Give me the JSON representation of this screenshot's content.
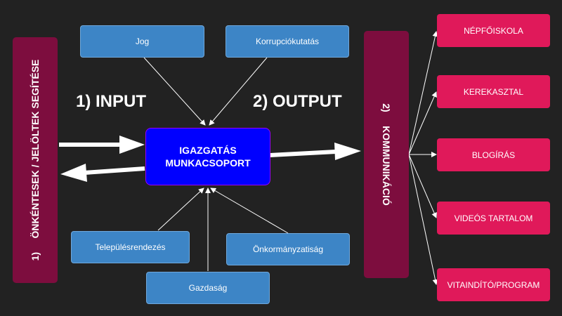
{
  "diagram": {
    "core": {
      "line1": "IGAZGATÁS",
      "line2": "MUNKACSOPORT"
    },
    "input_label": "1) INPUT",
    "output_label": "2) OUTPUT",
    "left_bar": {
      "number": "1)",
      "text": "ÖNKÉNTESEK / JELÖLTEK SEGÍTÉSE"
    },
    "right_bar": {
      "number": "2)",
      "text": "KOMMUNIKÁCIÓ"
    },
    "topics_top": [
      "Jog",
      "Korrupciókutatás"
    ],
    "topics_bottom": [
      "Településrendezés",
      "Önkormányzatiság",
      "Gazdaság"
    ],
    "channels": [
      "NÉPFŐISKOLA",
      "KEREKASZTAL",
      "BLOGÍRÁS",
      "VIDEÓS TARTALOM",
      "VITAINDÍTÓ/PROGRAM"
    ],
    "colors": {
      "background": "#222222",
      "topic": "#3d85c6",
      "channel": "#e0195a",
      "core": "#0000ff",
      "side_bar": "#7d0d3e",
      "arrow": "#ffffff"
    }
  }
}
